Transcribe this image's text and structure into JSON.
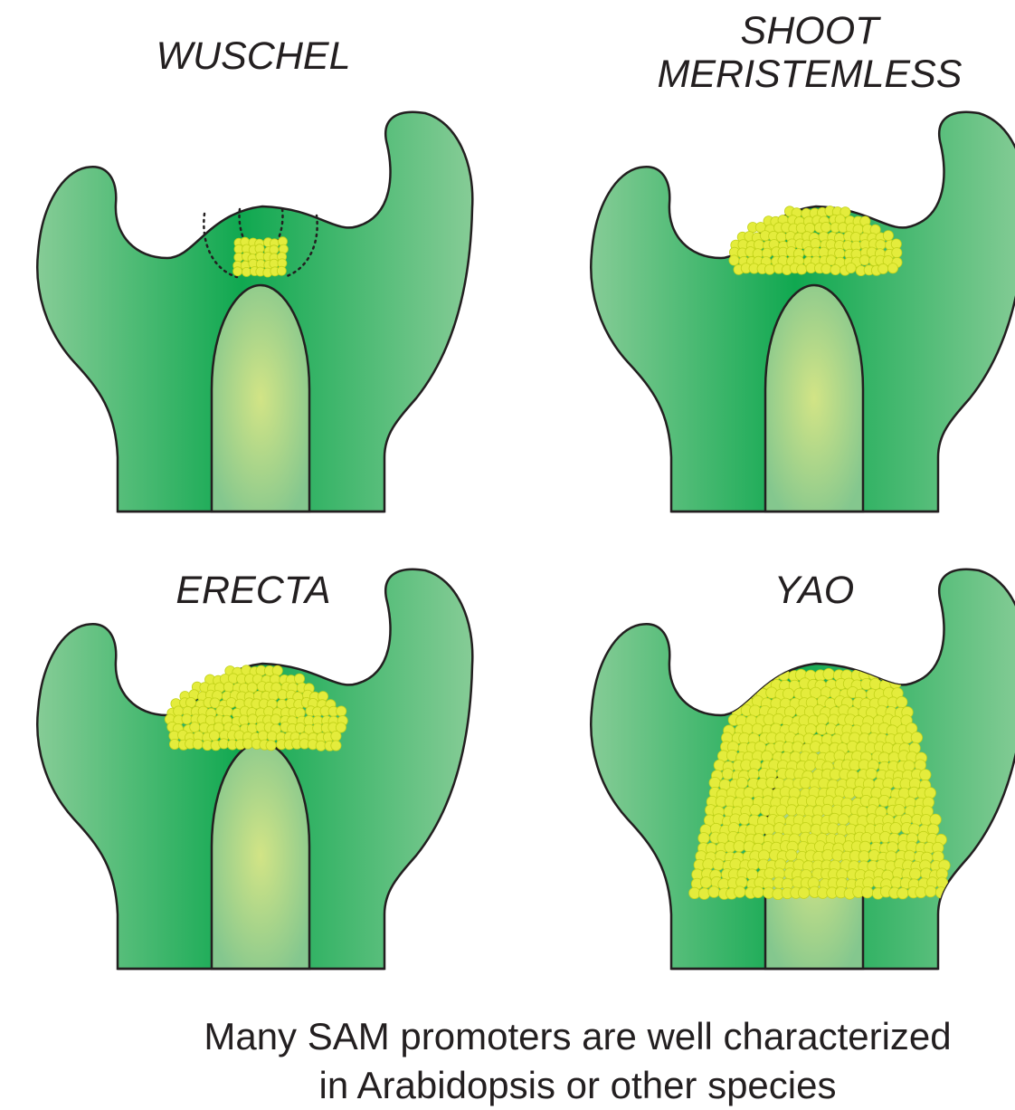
{
  "panels": [
    {
      "label_lines": [
        "WUSCHEL"
      ],
      "expression_domain": "central zone cluster (with dotted zone outline)"
    },
    {
      "label_lines": [
        "SHOOT",
        "MERISTEMLESS"
      ],
      "expression_domain": "meristem dome"
    },
    {
      "label_lines": [
        "ERECTA"
      ],
      "expression_domain": "peripheral meristem dome"
    },
    {
      "label_lines": [
        "YAO"
      ],
      "expression_domain": "broad meristem and stem"
    }
  ],
  "caption_lines": [
    "Many SAM promoters are well characterized",
    "in Arabidopsis or other species"
  ],
  "colors": {
    "tissue_dark": "#10a850",
    "tissue_light": "#86cc96",
    "vascular_center": "#cfe486",
    "vascular_edge": "#86c890",
    "expression_cell": "#e4ec3c",
    "expression_cell_edge": "#c2d21a",
    "outline": "#231f20"
  }
}
